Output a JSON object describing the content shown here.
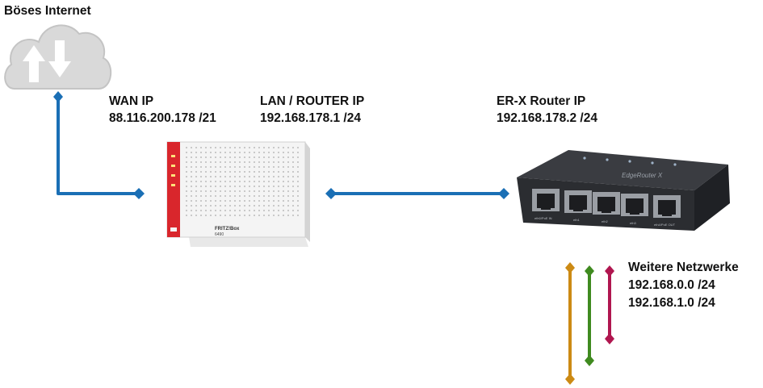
{
  "internet": {
    "label": "Böses Internet"
  },
  "wan": {
    "title": "WAN IP",
    "address": "88.116.200.178 /21"
  },
  "lan": {
    "title": "LAN / ROUTER IP",
    "address": "192.168.178.1 /24"
  },
  "erx": {
    "title": "ER-X Router IP",
    "address": "192.168.178.2 /24",
    "brand_text": "EdgeRouter X",
    "port_labels": [
      "eth0/PoE IN",
      "eth1",
      "eth2",
      "eth3",
      "eth4/PoE OUT"
    ]
  },
  "fritzbox": {
    "brand_text": "FRITZ!Box",
    "model_text": "6490"
  },
  "networks": {
    "title": "Weitere Netzwerke",
    "items": [
      "192.168.0.0 /24",
      "192.168.1.0 /24"
    ]
  },
  "colors": {
    "link": "#1a6fb5",
    "orange": "#cc8a14",
    "green": "#3f8a1f",
    "magenta": "#b0164f",
    "cloud": "#dcdcdc",
    "fritz_red": "#d9262c",
    "erx_body": "#2b2d31"
  }
}
